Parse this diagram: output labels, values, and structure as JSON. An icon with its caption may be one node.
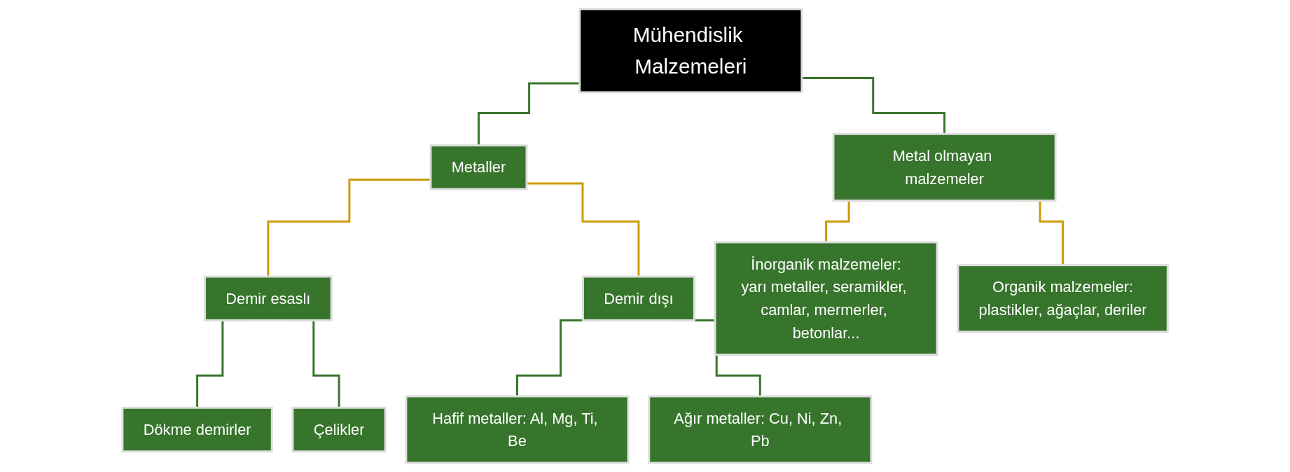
{
  "diagram": {
    "nodes": [
      {
        "text": [
          "Mühendislik Malzemeleri"
        ]
      },
      {
        "text": [
          "Metaller"
        ]
      },
      {
        "text": [
          "Metal olmayan malzemeler"
        ]
      },
      {
        "text": [
          "Demir esaslı"
        ]
      },
      {
        "text": [
          "Demir dışı"
        ]
      },
      {
        "text": [
          "Dökme demirler"
        ]
      },
      {
        "text": [
          "Çelikler"
        ]
      },
      {
        "text": [
          "Hafif metaller: Al, Mg, Ti, Be"
        ]
      },
      {
        "text": [
          "Ağır metaller: Cu, Ni, Zn, Pb"
        ]
      },
      {
        "text": [
          "İnorganik malzemeler:",
          "yarı metaller, seramikler, camlar, mermerler, betonlar..."
        ]
      },
      {
        "text": [
          "Organik malzemeler:",
          "plastikler, ağaçlar, deriler"
        ]
      }
    ],
    "edges": [
      {
        "from": 0,
        "to": 1,
        "arrow": "none"
      },
      {
        "from": 0,
        "to": 2,
        "arrow": "none"
      },
      {
        "from": 1,
        "to": 3,
        "arrow": "none",
        "color": "#cc9a06"
      },
      {
        "from": 1,
        "to": 4,
        "arrow": "none",
        "color": "#cc9a06"
      },
      {
        "from": 3,
        "to": 5,
        "arrow": "none"
      },
      {
        "from": 3,
        "to": 6,
        "arrow": "none"
      },
      {
        "from": 4,
        "to": 7,
        "arrow": "none"
      },
      {
        "from": 4,
        "to": 8,
        "arrow": "none"
      },
      {
        "from": 2,
        "to": 9,
        "arrow": "none",
        "color": "#cc9a06"
      },
      {
        "from": 2,
        "to": 10,
        "arrow": "none",
        "color": "#cc9a06"
      }
    ]
  }
}
